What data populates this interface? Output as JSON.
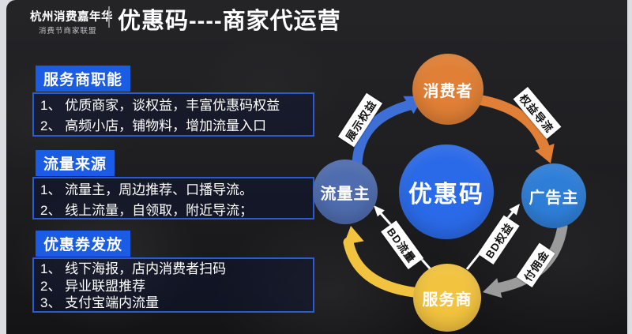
{
  "header": {
    "brand": "杭州消费嘉年华",
    "brand_sub": "消费节商家联盟",
    "title": "优惠码----商家代运营"
  },
  "sections": [
    {
      "heading": "服务商职能",
      "items": [
        "1、 优质商家，谈权益，丰富优惠码权益",
        "2、 高频小店，铺物料，增加流量入口"
      ]
    },
    {
      "heading": "流量来源",
      "items": [
        "1、 流量主，周边推荐、口播导流。",
        "2、 线上流量，自领取，附近导流；"
      ]
    },
    {
      "heading": "优惠券发放",
      "items": [
        "1、 线下海报，店内消费者扫码",
        "2、 异业联盟推荐",
        "3、 支付宝端内流量"
      ]
    }
  ],
  "diagram": {
    "center": {
      "label": "优惠码",
      "color": "#2a6ae8"
    },
    "nodes": [
      {
        "id": "consumer",
        "label": "消费者",
        "color": "#e07f35"
      },
      {
        "id": "advertiser",
        "label": "广告主",
        "color": "#2e7ed8"
      },
      {
        "id": "service",
        "label": "服务商",
        "color": "#f2c33e"
      },
      {
        "id": "traffic",
        "label": "流量主",
        "color": "#4e6cae"
      }
    ],
    "edges": [
      {
        "label": "展示权益",
        "from": "流量主",
        "to": "消费者",
        "color": "#3d6fd6"
      },
      {
        "label": "权益导流",
        "from": "消费者",
        "to": "广告主",
        "color": "#e07f35"
      },
      {
        "label": "付佣金",
        "from": "广告主",
        "to": "服务商",
        "color": "#9b9b9b"
      },
      {
        "label": "BD流量",
        "from": "服务商",
        "to": "流量主",
        "color": "#ffffff"
      },
      {
        "label": "BD权益",
        "from": "服务商",
        "to": "广告主",
        "color": "#ffffff"
      },
      {
        "label": "",
        "from": "服务商",
        "to": "流量主",
        "color": "#f2c33e"
      }
    ]
  }
}
